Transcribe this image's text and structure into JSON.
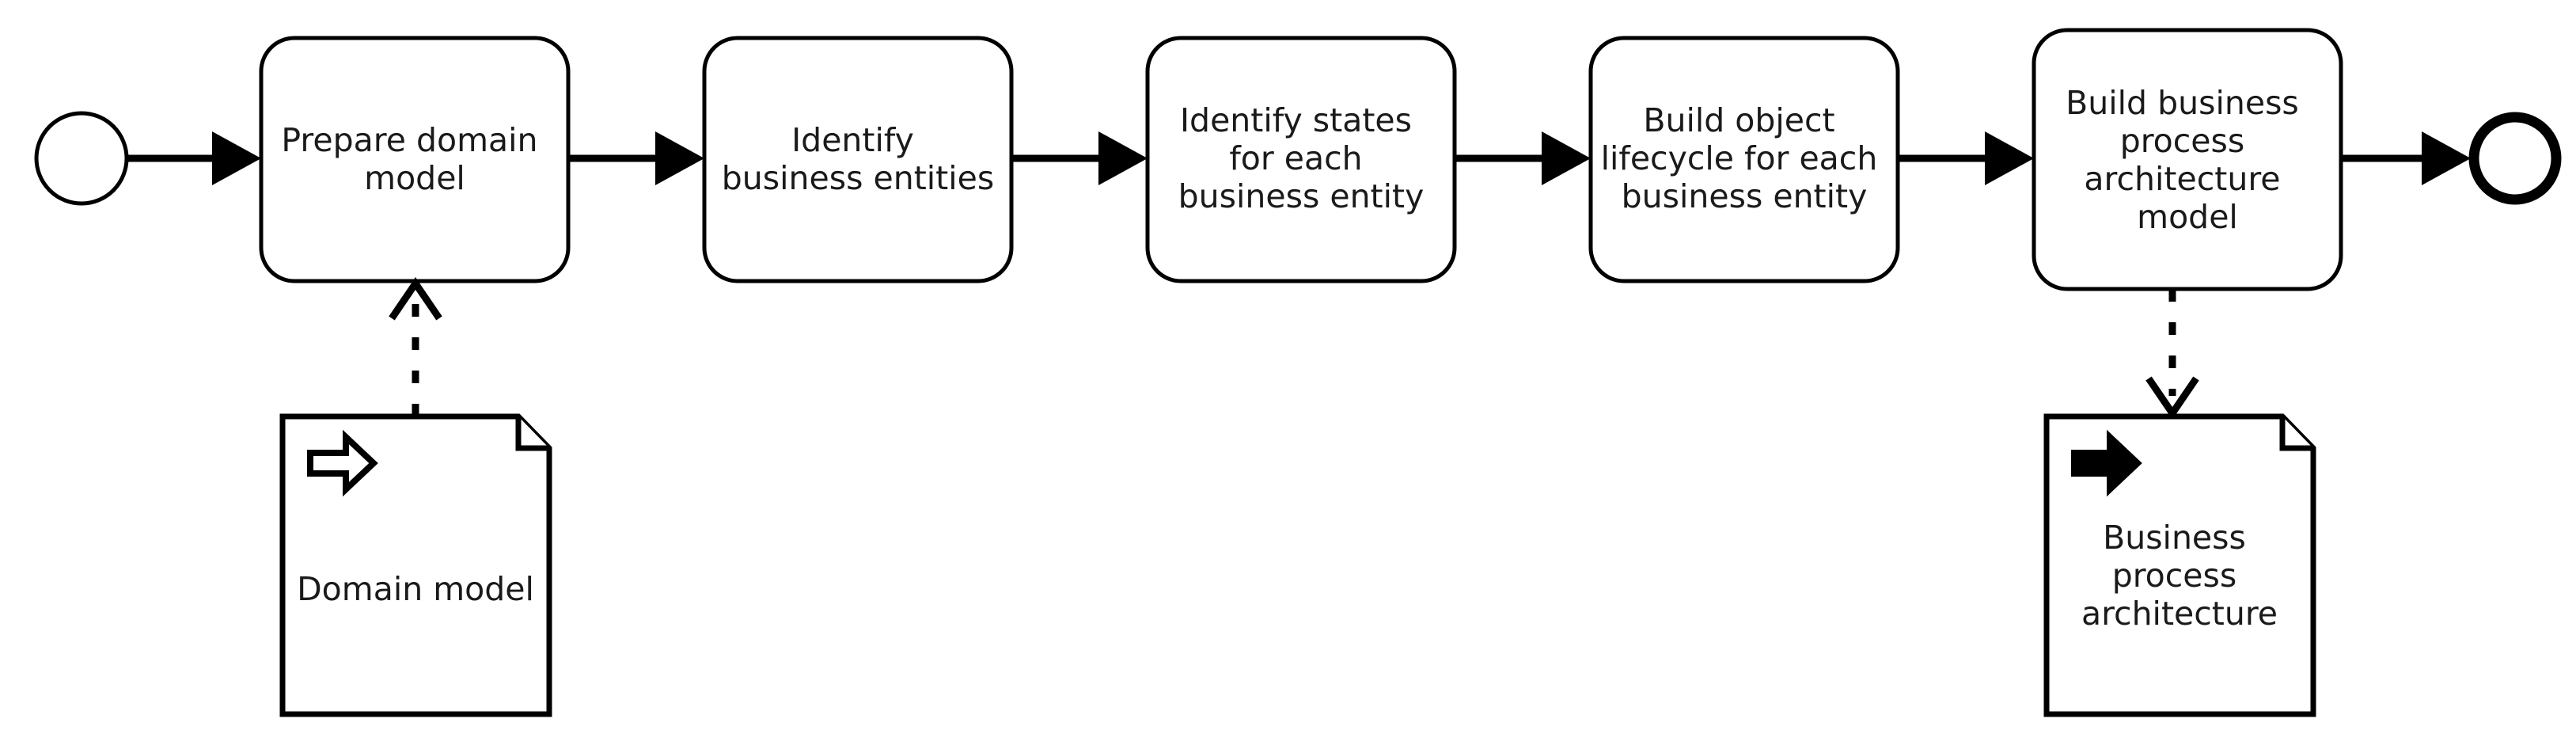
{
  "diagram": {
    "type": "bpmn-process-flow",
    "title": "Business process architecture development flow",
    "background_color": "#ffffff",
    "stroke_color": "#000000",
    "text_color": "#1a1a1a"
  },
  "events": {
    "start": {
      "name": "start-event",
      "shape": "circle-thin",
      "label": ""
    },
    "end": {
      "name": "end-event",
      "shape": "circle-thick",
      "label": ""
    }
  },
  "tasks": [
    {
      "id": "task-1",
      "name": "prepare-domain-model",
      "lines": [
        "Prepare domain",
        "model"
      ]
    },
    {
      "id": "task-2",
      "name": "identify-business-entities",
      "lines": [
        "Identify",
        "business entities"
      ]
    },
    {
      "id": "task-3",
      "name": "identify-states-for-each-business-entity",
      "lines": [
        "Identify states",
        "for each",
        "business entity"
      ]
    },
    {
      "id": "task-4",
      "name": "build-object-lifecycle-for-each-business-entity",
      "lines": [
        "Build object",
        "lifecycle for each",
        "business entity"
      ]
    },
    {
      "id": "task-5",
      "name": "build-business-process-architecture-model",
      "lines": [
        "Build business",
        "process",
        "architecture",
        "model"
      ]
    }
  ],
  "data_objects": [
    {
      "id": "data-1",
      "name": "domain-model-data-object",
      "lines": [
        "Domain model"
      ],
      "marker": "data-input-arrow",
      "marker_style": "hollow",
      "association_direction": "up"
    },
    {
      "id": "data-2",
      "name": "business-process-architecture-data-object",
      "lines": [
        "Business",
        "process",
        "architecture"
      ],
      "marker": "data-output-arrow",
      "marker_style": "filled",
      "association_direction": "down"
    }
  ],
  "connections": [
    {
      "name": "flow-start-to-task-1",
      "from": "start-event",
      "to": "task-1",
      "style": "sequence-flow"
    },
    {
      "name": "flow-task-1-to-task-2",
      "from": "task-1",
      "to": "task-2",
      "style": "sequence-flow"
    },
    {
      "name": "flow-task-2-to-task-3",
      "from": "task-2",
      "to": "task-3",
      "style": "sequence-flow"
    },
    {
      "name": "flow-task-3-to-task-4",
      "from": "task-3",
      "to": "task-4",
      "style": "sequence-flow"
    },
    {
      "name": "flow-task-4-to-task-5",
      "from": "task-4",
      "to": "task-5",
      "style": "sequence-flow"
    },
    {
      "name": "flow-task-5-to-end",
      "from": "task-5",
      "to": "end-event",
      "style": "sequence-flow"
    },
    {
      "name": "association-domain-model-to-task-1",
      "from": "data-1",
      "to": "task-1",
      "style": "association-dotted"
    },
    {
      "name": "association-task-5-to-business-process-architecture",
      "from": "task-5",
      "to": "data-2",
      "style": "association-dotted"
    }
  ]
}
